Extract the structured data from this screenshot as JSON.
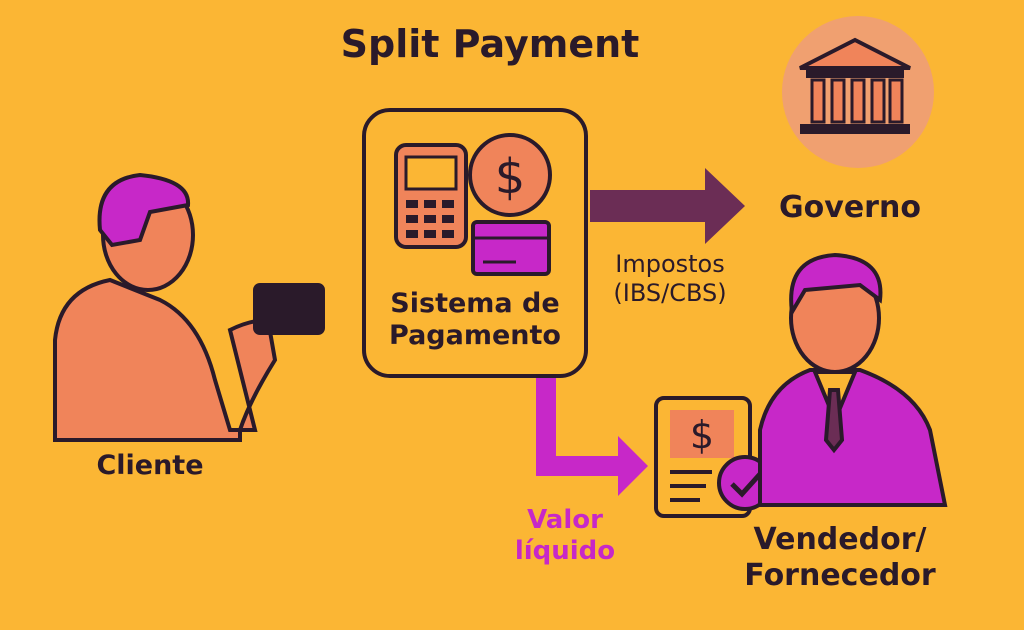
{
  "title": "Split Payment",
  "nodes": {
    "client": "Cliente",
    "system_line1": "Sistema de",
    "system_line2": "Pagamento",
    "government": "Governo",
    "seller_line1": "Vendedor/",
    "seller_line2": "Fornecedor"
  },
  "flows": {
    "taxes_line1": "Impostos",
    "taxes_line2": "(IBS/CBS)",
    "net_line1": "Valor",
    "net_line2": "líquido"
  },
  "icons": {
    "currency": "$"
  },
  "colors": {
    "background": "#fbb634",
    "orange": "#f0845a",
    "magenta": "#c728c8",
    "tax_arrow": "#6b2d55",
    "ink": "#2a1a2a"
  }
}
